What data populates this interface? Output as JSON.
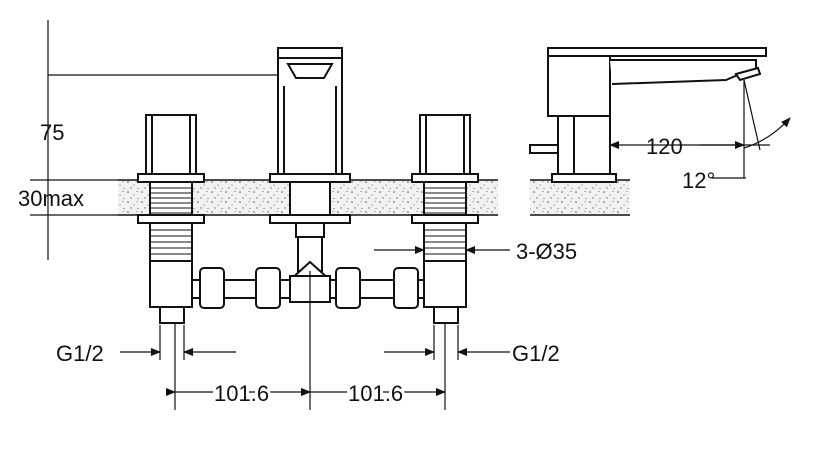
{
  "labels": {
    "height_spout": "75",
    "deck_thickness": "30max",
    "spout_reach": "120",
    "spout_angle": "12°",
    "hole_diameter": "3-Ø35",
    "thread_left": "G1/2",
    "thread_right": "G1/2",
    "spacing_left": "101.6",
    "spacing_right": "101.6"
  },
  "colors": {
    "line": "#111111",
    "background": "#ffffff",
    "deck_fill": "#e8e8e8"
  }
}
